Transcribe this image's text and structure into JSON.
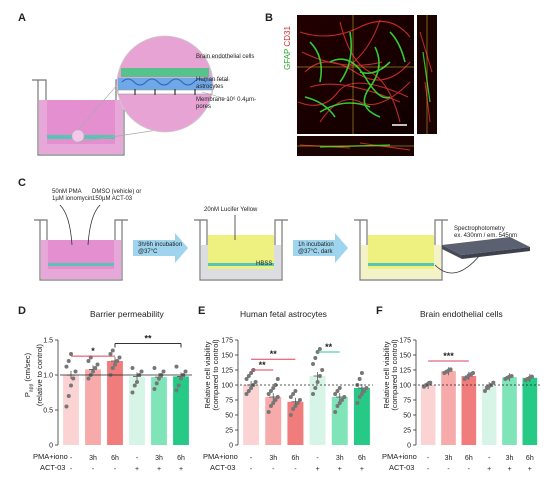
{
  "panel_labels": {
    "a": "A",
    "b": "B",
    "c": "C",
    "d": "D",
    "e": "E",
    "f": "F"
  },
  "panel_a": {
    "layer_labels": [
      "Brain endothelial cells",
      "Human fetal astrocytes",
      "Membrane 10⁶ 0.4µm-pores"
    ]
  },
  "panel_b": {
    "stain_gfap": "GFAP",
    "stain_cd31": "CD31"
  },
  "panel_c": {
    "treatment_text": [
      "50nM PMA",
      "1µM ionomycin"
    ],
    "vehicle_text": [
      "DMSO (vehicle) or",
      "150µM ACT-03"
    ],
    "incubation_1": [
      "3h/6h incubation",
      "@37°C"
    ],
    "lucifer_text": "20nM Lucifer Yellow",
    "hbss_text": "HBSS",
    "incubation_2": [
      "1h incubation",
      "@37°C, dark"
    ],
    "spectro_text": [
      "Spectrophotometry",
      "ex. 430nm / em. 545nm"
    ]
  },
  "conditions": {
    "pma_label": "PMA+iono",
    "act_label": "ACT-03",
    "pma_values": [
      "-",
      "3h",
      "6h",
      "-",
      "3h",
      "6h"
    ],
    "act_values": [
      "-",
      "-",
      "-",
      "+",
      "+",
      "+"
    ]
  },
  "chart_data": [
    {
      "type": "bar",
      "title": "Barrier permeability",
      "ylabel_main": "P",
      "ylabel_sub": "app",
      "ylabel_unit": " (cm/sec)",
      "ylabel_line2": "(relative to control)",
      "categories": [
        "-/-",
        "3h/-",
        "6h/-",
        "-/+",
        "3h/+",
        "6h/+"
      ],
      "values": [
        1.0,
        1.08,
        1.2,
        0.98,
        0.97,
        0.98
      ],
      "ylim": [
        0,
        1.5
      ],
      "yticks": [
        0,
        0.5,
        1.0,
        1.5
      ],
      "ytick_labels": [
        "0",
        "0.5",
        "1.0",
        "1.5"
      ],
      "reference_line": 1.0,
      "points": [
        [
          0.55,
          0.7,
          0.85,
          0.95,
          1.05,
          1.12,
          1.2,
          1.3
        ],
        [
          0.95,
          1.0,
          1.05,
          1.1,
          1.15,
          1.2,
          1.25
        ],
        [
          1.0,
          1.1,
          1.15,
          1.2,
          1.25,
          1.3,
          1.35
        ],
        [
          0.75,
          0.85,
          0.9,
          1.0,
          1.05,
          1.1
        ],
        [
          0.8,
          0.88,
          0.95,
          1.0,
          1.05,
          1.1
        ],
        [
          0.78,
          0.85,
          0.95,
          1.0,
          1.05,
          1.12
        ]
      ],
      "colors": [
        "#fbd3d3",
        "#f7aaaa",
        "#f07c7c",
        "#d7f5e6",
        "#7fe4b8",
        "#27c987"
      ],
      "significance": [
        {
          "from": 0,
          "to": 2,
          "label": "*",
          "y": 1.27,
          "color": "#e0405a"
        },
        {
          "from": 2,
          "to": 5,
          "label": "**",
          "y": 1.45,
          "color": "#333333"
        }
      ]
    },
    {
      "type": "bar",
      "title": "Human fetal astrocytes",
      "ylabel_line1": "Relative cell viability",
      "ylabel_line2": "(compared to control)",
      "categories": [
        "-/-",
        "3h/-",
        "6h/-",
        "-/+",
        "3h/+",
        "6h/+"
      ],
      "values": [
        100,
        80,
        72,
        115,
        80,
        95
      ],
      "ylim": [
        0,
        175
      ],
      "yticks": [
        0,
        25,
        50,
        75,
        100,
        125,
        150,
        175
      ],
      "ytick_labels": [
        "0",
        "25",
        "50",
        "75",
        "100",
        "125",
        "150",
        "175"
      ],
      "reference_line": 100,
      "points": [
        [
          85,
          90,
          95,
          100,
          105,
          110,
          115,
          120,
          125
        ],
        [
          55,
          65,
          70,
          75,
          80,
          85,
          90,
          95,
          100,
          110
        ],
        [
          50,
          60,
          65,
          70,
          75,
          80,
          85,
          90
        ],
        [
          85,
          95,
          105,
          115,
          125,
          135,
          145,
          155,
          160
        ],
        [
          55,
          65,
          70,
          75,
          80,
          85,
          90,
          95
        ],
        [
          70,
          80,
          85,
          90,
          95,
          100,
          110,
          120
        ]
      ],
      "colors": [
        "#fbd3d3",
        "#f7aaaa",
        "#f07c7c",
        "#d7f5e6",
        "#7fe4b8",
        "#27c987"
      ],
      "significance": [
        {
          "from": 0,
          "to": 1,
          "label": "**",
          "y": 125,
          "color": "#e0405a"
        },
        {
          "from": 0,
          "to": 2,
          "label": "**",
          "y": 143,
          "color": "#e0405a"
        },
        {
          "from": 3,
          "to": 4,
          "label": "**",
          "y": 155,
          "color": "#27c987"
        }
      ]
    },
    {
      "type": "bar",
      "title": "Brain endothelial cells",
      "ylabel_line1": "Relative cell viability",
      "ylabel_line2": "(compared to control)",
      "categories": [
        "-/-",
        "3h/-",
        "6h/-",
        "-/+",
        "3h/+",
        "6h/+"
      ],
      "values": [
        100,
        123,
        115,
        98,
        113,
        112
      ],
      "ylim": [
        0,
        175
      ],
      "yticks": [
        0,
        25,
        50,
        75,
        100,
        125,
        150,
        175
      ],
      "ytick_labels": [
        "0",
        "25",
        "50",
        "75",
        "100",
        "125",
        "150",
        "175"
      ],
      "reference_line": 100,
      "points": [
        [
          97,
          100,
          102,
          104
        ],
        [
          120,
          122,
          124,
          126
        ],
        [
          110,
          113,
          116,
          118,
          120
        ],
        [
          90,
          95,
          98,
          100,
          104
        ],
        [
          110,
          112,
          114,
          115
        ],
        [
          108,
          110,
          112,
          114
        ]
      ],
      "colors": [
        "#fbd3d3",
        "#f7aaaa",
        "#f07c7c",
        "#d7f5e6",
        "#7fe4b8",
        "#27c987"
      ],
      "significance": [
        {
          "from": 0,
          "to": 2,
          "label": "***",
          "y": 140,
          "color": "#e0405a"
        }
      ]
    }
  ]
}
